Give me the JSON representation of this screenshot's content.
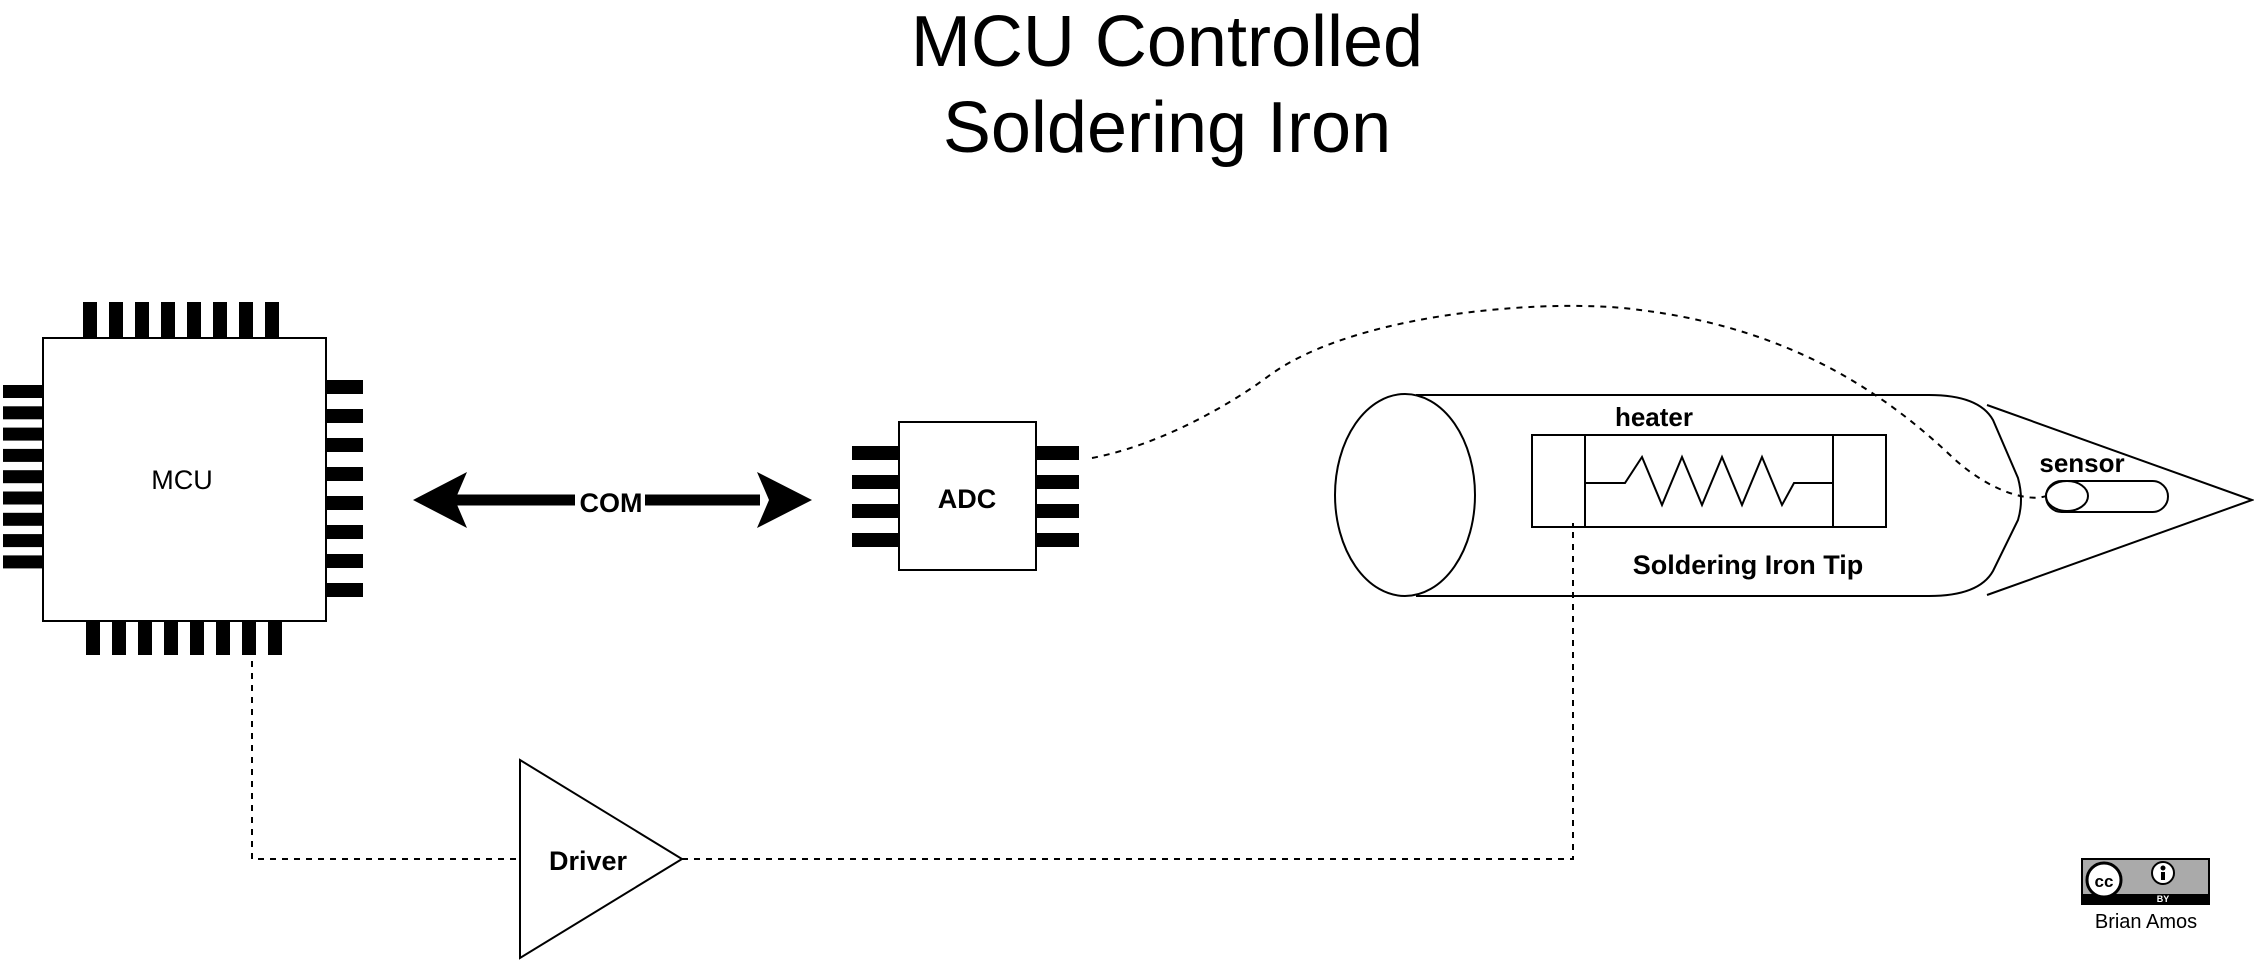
{
  "title": {
    "line1": "MCU Controlled",
    "line2": "Soldering Iron"
  },
  "components": {
    "mcu": "MCU",
    "com": "COM",
    "adc": "ADC",
    "heater": "heater",
    "sensor": "sensor",
    "tip": "Soldering Iron Tip",
    "driver": "Driver"
  },
  "license": {
    "cc": "cc",
    "by": "BY",
    "author": "Brian Amos"
  }
}
